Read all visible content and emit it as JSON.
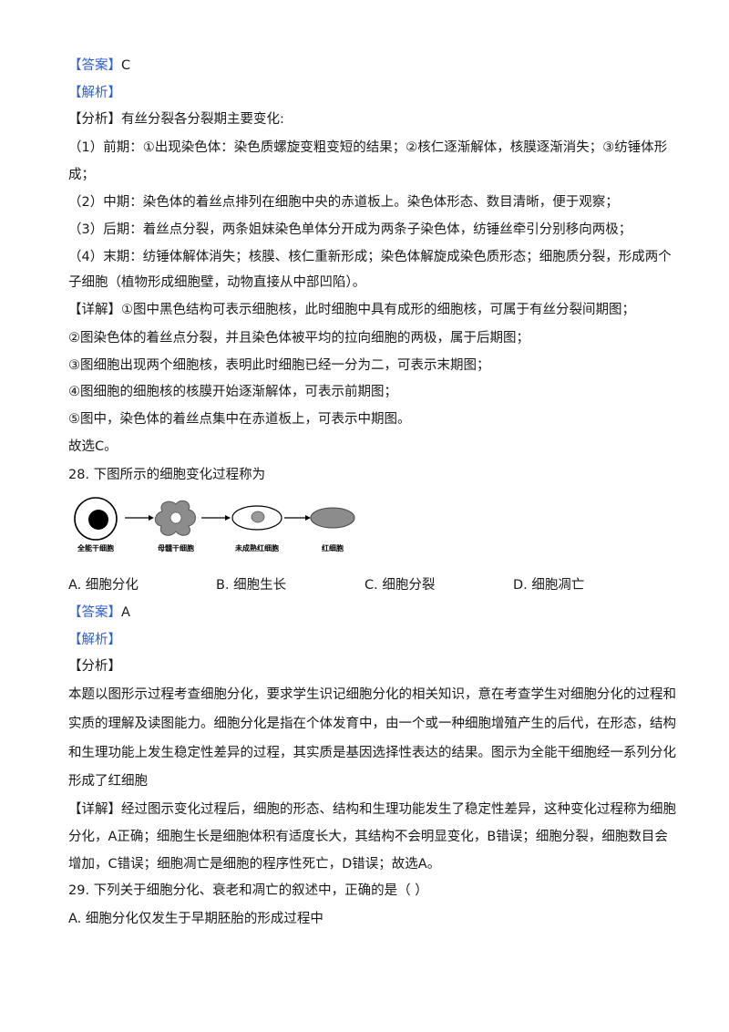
{
  "q27": {
    "answer_tag": "【答案】",
    "answer_value": "C",
    "analysis_tag": "【解析】",
    "analysis_line": "【分析】有丝分裂各分裂期主要变化:",
    "phase1_a": "（1）前期：①出现染色体：染色质螺旋变粗变短的结果；②核仁逐渐解体，核膜逐渐消失；③纺锤体形",
    "phase1_b": "成；",
    "phase2": "（2）中期：染色体的着丝点排列在细胞中央的赤道板上。染色体形态、数目清晰，便于观察；",
    "phase3": "（3）后期：着丝点分裂，两条姐妹染色单体分开成为两条子染色体，纺锤丝牵引分别移向两极；",
    "phase4_a": "（4）末期：纺锤体解体消失；核膜、核仁重新形成；染色体解旋成染色质形态；细胞质分裂，形成两个",
    "phase4_b": "子细胞（植物形成细胞壁，动物直接从中部凹陷）。",
    "detail1": "【详解】①图中黑色结构可表示细胞核，此时细胞中具有成形的细胞核，可属于有丝分裂间期图；",
    "detail2": "②图染色体的着丝点分裂，并且染色体被平均的拉向细胞的两极，属于后期图；",
    "detail3": "③图细胞出现两个细胞核，表明此时细胞已经一分为二，可表示末期图；",
    "detail4": "④图细胞的细胞核的核膜开始逐渐解体，可表示前期图；",
    "detail5": "⑤图中，染色体的着丝点集中在赤道板上，可表示中期图。",
    "conclusion": "故选C。"
  },
  "q28": {
    "stem": "28. 下图所示的细胞变化过程称为",
    "diagram_labels": [
      "全能干细胞",
      "母髓干细胞",
      "未成熟红细胞",
      "红细胞"
    ],
    "options": [
      "A. 细胞分化",
      "B. 细胞生长",
      "C. 细胞分裂",
      "D. 细胞凋亡"
    ],
    "answer_tag": "【答案】",
    "answer_value": "A",
    "analysis_tag": "【解析】",
    "analysis_head": "【分析】",
    "para1": "本题以图形示过程考查细胞分化，要求学生识记细胞分化的相关知识，意在考查学生对细胞分化的过程和",
    "para2": "实质的理解及读图能力。细胞分化是指在个体发育中，由一个或一种细胞增殖产生的后代，在形态，结构",
    "para3": "和生理功能上发生稳定性差异的过程，其实质是基因选择性表达的结果。图示为全能干细胞经一系列分化",
    "para4": "形成了红细胞",
    "detail1": "【详解】经过图示变化过程后，细胞的形态、结构和生理功能发生了稳定性差异，这种变化过程称为细胞",
    "detail2": "分化，A正确；细胞生长是细胞体积有适度长大，其结构不会明显变化，B错误；细胞分裂，细胞数目会",
    "detail3": "增加，C错误；细胞凋亡是细胞的程序性死亡，D错误；故选A。"
  },
  "q29": {
    "stem": "29. 下列关于细胞分化、衰老和凋亡的叙述中，正确的是（    ）",
    "option_a": "A. 细胞分化仅发生于早期胚胎的形成过程中"
  },
  "colors": {
    "tag_blue": "#2f5fd0",
    "text": "#1a1a1a"
  }
}
